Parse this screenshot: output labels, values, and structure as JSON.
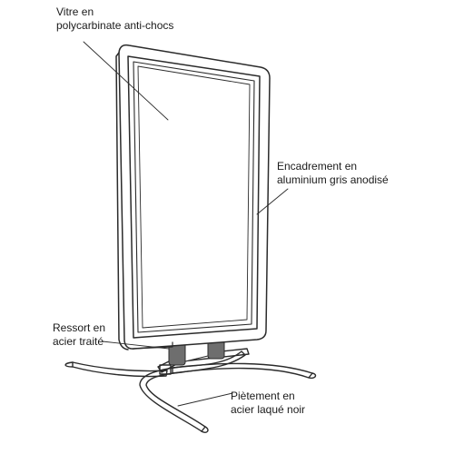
{
  "labels": {
    "glass": {
      "line1": "Vitre en",
      "line2": "polycarbinate anti-chocs"
    },
    "frame": {
      "line1": "Encadrement en",
      "line2": "aluminium gris anodisé"
    },
    "spring": {
      "line1": "Ressort en",
      "line2": "acier traité"
    },
    "base": {
      "line1": "Piètement en",
      "line2": "acier laqué noir"
    }
  },
  "colors": {
    "stroke": "#2b2b2b",
    "spring": "#6e6e6e",
    "text": "#1a1a1a"
  }
}
